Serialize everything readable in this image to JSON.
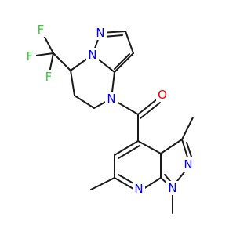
{
  "molecule": {
    "atoms": {
      "F1": "F",
      "F2": "F",
      "F3": "F",
      "N_pz1": "N",
      "N_pz2": "N",
      "N_amide": "N",
      "O": "O",
      "N_py1": "N",
      "N_py2": "N",
      "N_pyr": "N"
    },
    "colors": {
      "bond": "#1a1a1a",
      "N": "#0000ff",
      "O": "#ff0000",
      "F": "#33cc33"
    }
  }
}
